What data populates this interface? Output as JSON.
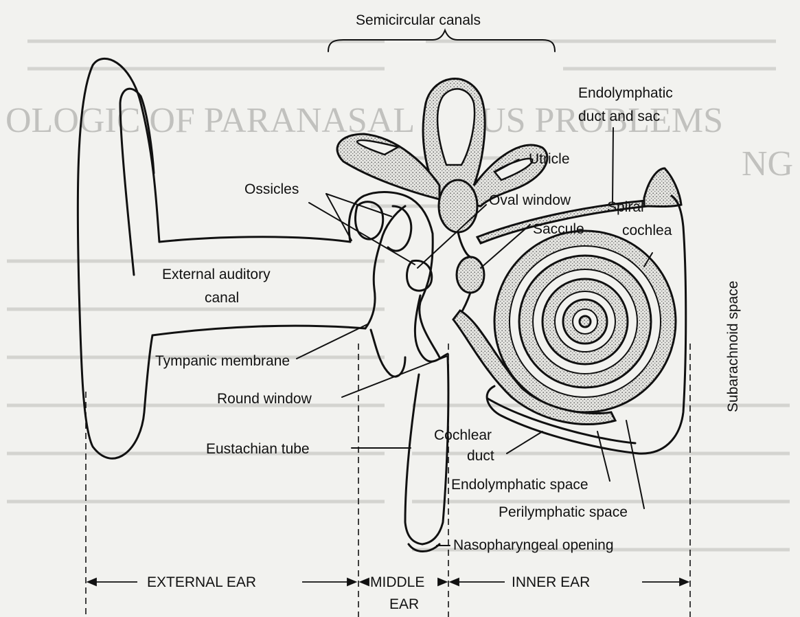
{
  "labels": {
    "semicircular_canals": "Semicircular canals",
    "endolymphatic_duct_1": "Endolymphatic",
    "endolymphatic_duct_2": "duct and sac",
    "utricle": "Utricle",
    "ossicles": "Ossicles",
    "oval_window": "Oval window",
    "spiral_cochlea_1": "Spiral",
    "spiral_cochlea_2": "cochlea",
    "saccule": "Saccule",
    "external_auditory_canal_1": "External auditory",
    "external_auditory_canal_2": "canal",
    "subarachnoid_space": "Subarachnoid space",
    "tympanic_membrane": "Tympanic membrane",
    "round_window": "Round window",
    "cochlear_duct_1": "Cochlear",
    "cochlear_duct_2": "duct",
    "eustachian_tube": "Eustachian tube",
    "endolymphatic_space": "Endolymphatic space",
    "perilymphatic_space": "Perilymphatic space",
    "nasopharyngeal_opening": "Nasopharyngeal opening"
  },
  "regions": {
    "external_ear": "EXTERNAL EAR",
    "middle_ear_1": "MIDDLE",
    "middle_ear_2": "EAR",
    "inner_ear": "INNER EAR"
  },
  "background_text": {
    "heading_1": "OLOGIC  OF  PARANASAL  SINUS PROBLEMS",
    "heading_2": "NG"
  }
}
